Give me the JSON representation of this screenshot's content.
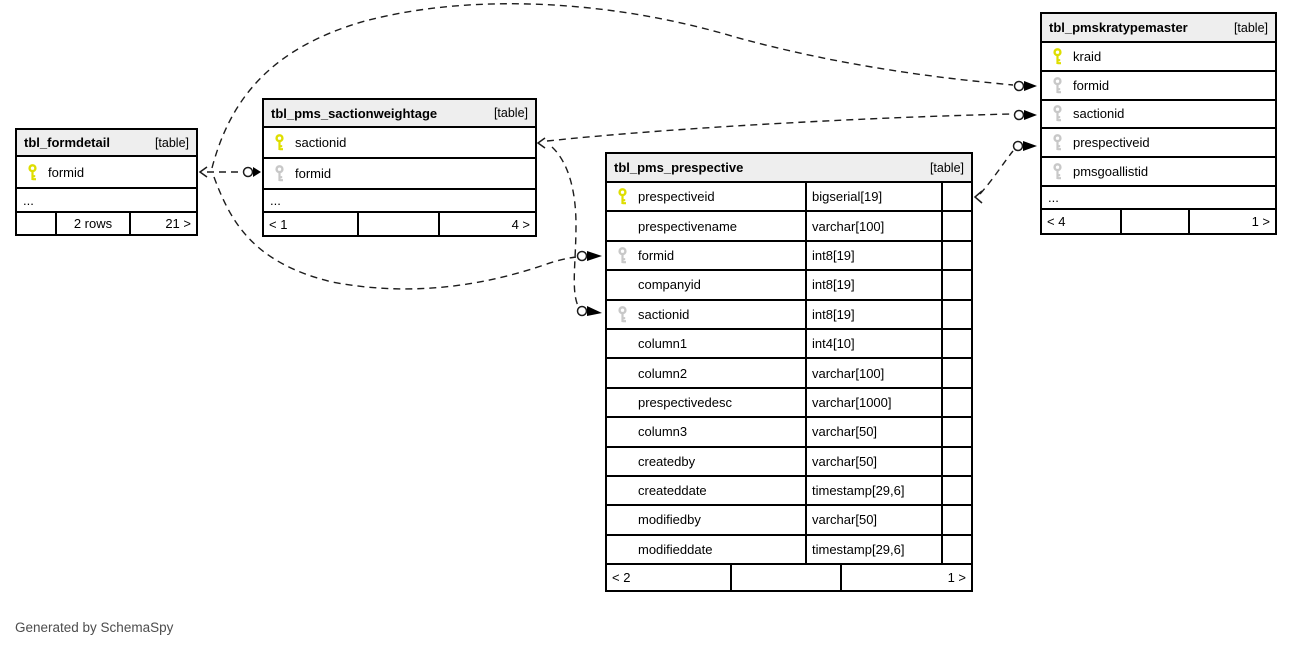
{
  "note": "Generated by SchemaSpy",
  "colors": {
    "header_bg": "#eeeeee",
    "border": "#000000",
    "edge": "#1c1c1c",
    "pk_key": "#dede00",
    "fk_key": "#c8c8c8",
    "note_text": "#4d4d4d"
  },
  "tables": [
    {
      "id": "formdetail",
      "title": "tbl_formdetail",
      "badge": "[table]",
      "columns": [
        {
          "name": "formid",
          "key": "pk"
        }
      ],
      "ellipsis": "...",
      "footer": [
        "",
        "2 rows",
        "21 >"
      ]
    },
    {
      "id": "sactionweightage",
      "title": "tbl_pms_sactionweightage",
      "badge": "[table]",
      "columns": [
        {
          "name": "sactionid",
          "key": "pk"
        },
        {
          "name": "formid",
          "key": "fk"
        }
      ],
      "ellipsis": "...",
      "footer": [
        "< 1",
        "",
        "4 >"
      ]
    },
    {
      "id": "prespective",
      "title": "tbl_pms_prespective",
      "badge": "[table]",
      "columns": [
        {
          "name": "prespectiveid",
          "type": "bigserial[19]",
          "key": "pk"
        },
        {
          "name": "prespectivename",
          "type": "varchar[100]"
        },
        {
          "name": "formid",
          "type": "int8[19]",
          "key": "fk"
        },
        {
          "name": "companyid",
          "type": "int8[19]"
        },
        {
          "name": "sactionid",
          "type": "int8[19]",
          "key": "fk"
        },
        {
          "name": "column1",
          "type": "int4[10]"
        },
        {
          "name": "column2",
          "type": "varchar[100]"
        },
        {
          "name": "prespectivedesc",
          "type": "varchar[1000]"
        },
        {
          "name": "column3",
          "type": "varchar[50]"
        },
        {
          "name": "createdby",
          "type": "varchar[50]"
        },
        {
          "name": "createddate",
          "type": "timestamp[29,6]"
        },
        {
          "name": "modifiedby",
          "type": "varchar[50]"
        },
        {
          "name": "modifieddate",
          "type": "timestamp[29,6]"
        }
      ],
      "ellipsis": null,
      "footer": [
        "< 2",
        "",
        "1 >"
      ]
    },
    {
      "id": "pmskratypemaster",
      "title": "tbl_pmskratypemaster",
      "badge": "[table]",
      "columns": [
        {
          "name": "kraid",
          "key": "pk"
        },
        {
          "name": "formid",
          "key": "fk"
        },
        {
          "name": "sactionid",
          "key": "fk"
        },
        {
          "name": "prespectiveid",
          "key": "fk"
        },
        {
          "name": "pmsgoallistid",
          "key": "fk"
        }
      ],
      "ellipsis": "...",
      "footer": [
        "< 4",
        "",
        "1 >"
      ]
    }
  ],
  "relationships": [
    {
      "pk": "tbl_formdetail.formid",
      "fk": "tbl_pms_sactionweightage.formid"
    },
    {
      "pk": "tbl_formdetail.formid",
      "fk": "tbl_pms_prespective.formid"
    },
    {
      "pk": "tbl_formdetail.formid",
      "fk": "tbl_pmskratypemaster.formid"
    },
    {
      "pk": "tbl_pms_sactionweightage.sactionid",
      "fk": "tbl_pms_prespective.sactionid"
    },
    {
      "pk": "tbl_pms_sactionweightage.sactionid",
      "fk": "tbl_pmskratypemaster.sactionid"
    },
    {
      "pk": "tbl_pms_prespective.prespectiveid",
      "fk": "tbl_pmskratypemaster.prespectiveid"
    }
  ]
}
